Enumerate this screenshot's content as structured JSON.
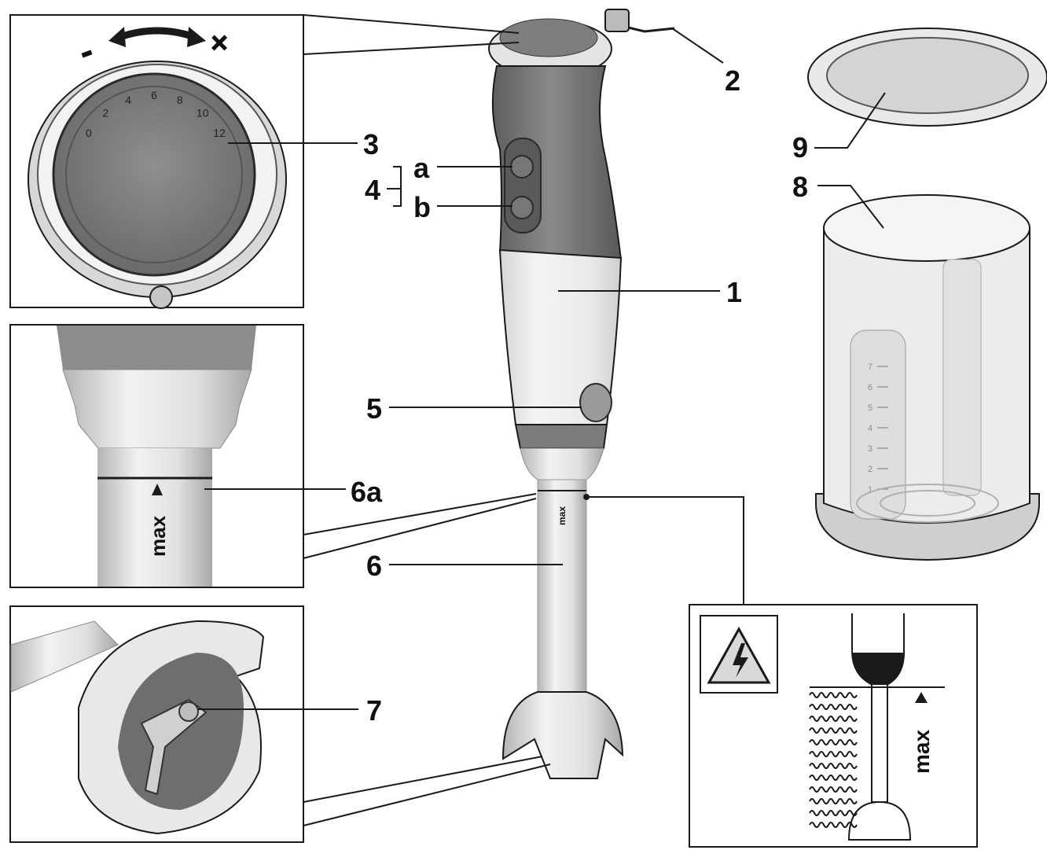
{
  "callouts": {
    "c1": "1",
    "c2": "2",
    "c3": "3",
    "c4": "4",
    "c4a": "a",
    "c4b": "b",
    "c5": "5",
    "c6": "6",
    "c6a": "6a",
    "c7": "7",
    "c8": "8",
    "c9": "9"
  },
  "speed_dial": {
    "minus_sign": "-",
    "plus_sign": "+",
    "scale": [
      "0",
      "2",
      "4",
      "6",
      "8",
      "10",
      "12"
    ]
  },
  "shaft_marking": "max",
  "warning_panel": {
    "max_label": "max"
  },
  "beaker_scale": [
    "7",
    "6",
    "5",
    "4",
    "3",
    "2",
    "1"
  ],
  "colors": {
    "outline": "#1a1a1a",
    "dark_grey": "#6b6b6b",
    "mid_grey": "#9a9a9a",
    "light_grey": "#d9d9d9",
    "steel": "#e6e6e6"
  }
}
